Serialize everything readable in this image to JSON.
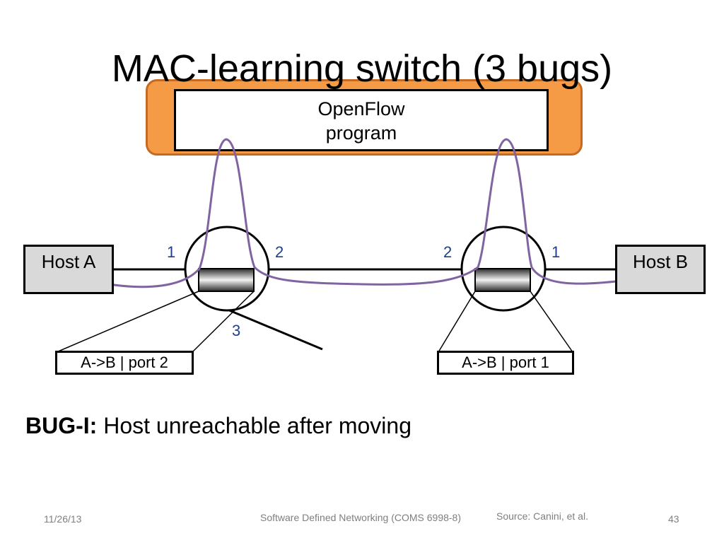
{
  "slide": {
    "title": "MAC-learning switch (3 bugs)",
    "controller": {
      "line1": "OpenFlow",
      "line2": "program"
    },
    "hosts": {
      "a": "Host A",
      "b": "Host B"
    },
    "ports": {
      "s1_p1": "1",
      "s1_p2": "2",
      "s1_p3": "3",
      "s2_p2": "2",
      "s2_p1": "1"
    },
    "flow_rules": {
      "switch1": "A->B | port 2",
      "switch2": "A->B | port 1"
    },
    "bug": {
      "label": "BUG-I:",
      "text": " Host unreachable after moving"
    },
    "footer": {
      "date": "11/26/13",
      "course": "Software Defined Networking (COMS 6998-8)",
      "source": "Source: Canini, et al.",
      "page": "43"
    }
  },
  "colors": {
    "controller_fill": "#f59a45",
    "controller_border": "#c46a22",
    "packet_path": "#8064a2",
    "host_fill": "#d9d9d9",
    "port_label": "#1f3f8a"
  }
}
